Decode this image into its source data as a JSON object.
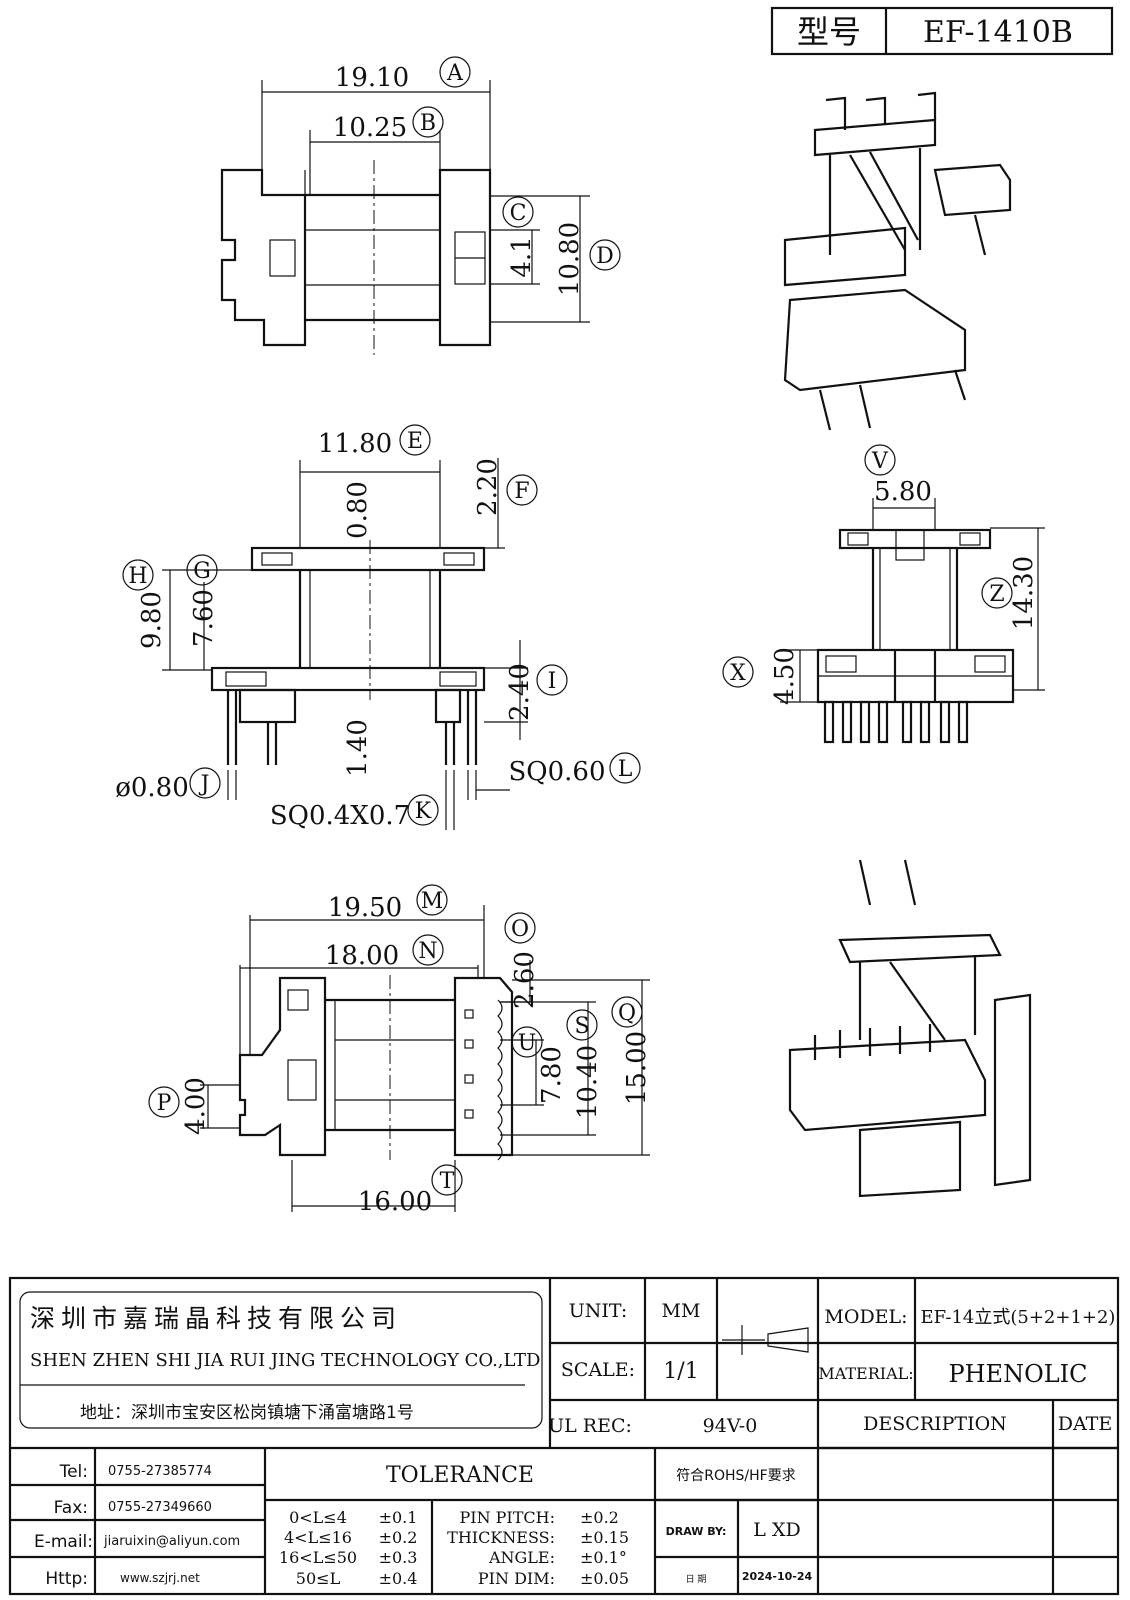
{
  "header": {
    "type_label": "型号",
    "type_value": "EF-1410B"
  },
  "dims": {
    "A": {
      "value": "19.10",
      "letter": "A"
    },
    "B": {
      "value": "10.25",
      "letter": "B"
    },
    "C": {
      "letter": "C",
      "value": "4.1"
    },
    "D": {
      "value": "10.80",
      "letter": "D"
    },
    "E": {
      "value": "11.80",
      "letter": "E"
    },
    "F": {
      "value": "2.20",
      "letter": "F"
    },
    "G": {
      "letter": "G",
      "value": "7.60"
    },
    "H": {
      "letter": "H",
      "value": "9.80"
    },
    "I": {
      "value": "2.40",
      "letter": "I"
    },
    "mid_080": "0.80",
    "mid_140": "1.40",
    "J": {
      "value": "ø0.80",
      "letter": "J"
    },
    "K": {
      "value": "SQ0.4X0.7",
      "letter": "K"
    },
    "L": {
      "value": "SQ0.60",
      "letter": "L"
    },
    "V": {
      "value": "5.80",
      "letter": "V"
    },
    "Z": {
      "value": "14.30",
      "letter": "Z"
    },
    "X": {
      "value": "4.50",
      "letter": "X"
    },
    "M": {
      "value": "19.50",
      "letter": "M"
    },
    "N": {
      "value": "18.00",
      "letter": "N"
    },
    "O": {
      "value": "2.60",
      "letter": "O"
    },
    "U": {
      "letter": "U",
      "value": "7.80"
    },
    "S": {
      "letter": "S",
      "value": "10.40"
    },
    "Q": {
      "letter": "Q",
      "value": "15.00"
    },
    "P": {
      "letter": "P",
      "value": "4.00"
    },
    "T": {
      "value": "16.00",
      "letter": "T"
    }
  },
  "company": {
    "name_cn": "深圳市嘉瑞晶科技有限公司",
    "name_en": "SHEN ZHEN SHI   JIA RUI JING   TECHNOLOGY CO.,LTD",
    "address": "地址：深圳市宝安区松岗镇塘下涌富塘路1号"
  },
  "titleblock": {
    "unit_label": "UNIT:",
    "unit_value": "MM",
    "scale_label": "SCALE:",
    "scale_value": "1/1",
    "ul_label": "UL REC:",
    "ul_value": "94V-0",
    "model_label": "MODEL:",
    "model_value": "EF-14立式(5+2+1+2)",
    "material_label": "MATERIAL:",
    "material_value": "PHENOLIC",
    "description_label": "DESCRIPTION",
    "date_label": "DATE",
    "rohs": "符合ROHS/HF要求",
    "draw_by_label": "DRAW BY:",
    "draw_by_value": "L XD",
    "date_cn": "日 期",
    "date_value": "2024-10-24",
    "tolerance_title": "TOLERANCE"
  },
  "contact": {
    "tel_label": "Tel:",
    "tel": "0755-27385774",
    "fax_label": "Fax:",
    "fax": "0755-27349660",
    "email_label": "E-mail:",
    "email": "jiaruixin@aliyun.com",
    "http_label": "Http:",
    "http": "www.szjrj.net"
  },
  "tolerances": [
    {
      "range": "0<L≤4",
      "tol": "±0.1"
    },
    {
      "range": "4<L≤16",
      "tol": "±0.2"
    },
    {
      "range": "16<L≤50",
      "tol": "±0.3"
    },
    {
      "range": "50≤L",
      "tol": "±0.4"
    }
  ],
  "tolerances2": [
    {
      "name": "PIN PITCH:",
      "tol": "±0.2"
    },
    {
      "name": "THICKNESS:",
      "tol": "±0.15"
    },
    {
      "name": "ANGLE:",
      "tol": "±0.1°"
    },
    {
      "name": "PIN DIM:",
      "tol": "±0.05"
    }
  ]
}
